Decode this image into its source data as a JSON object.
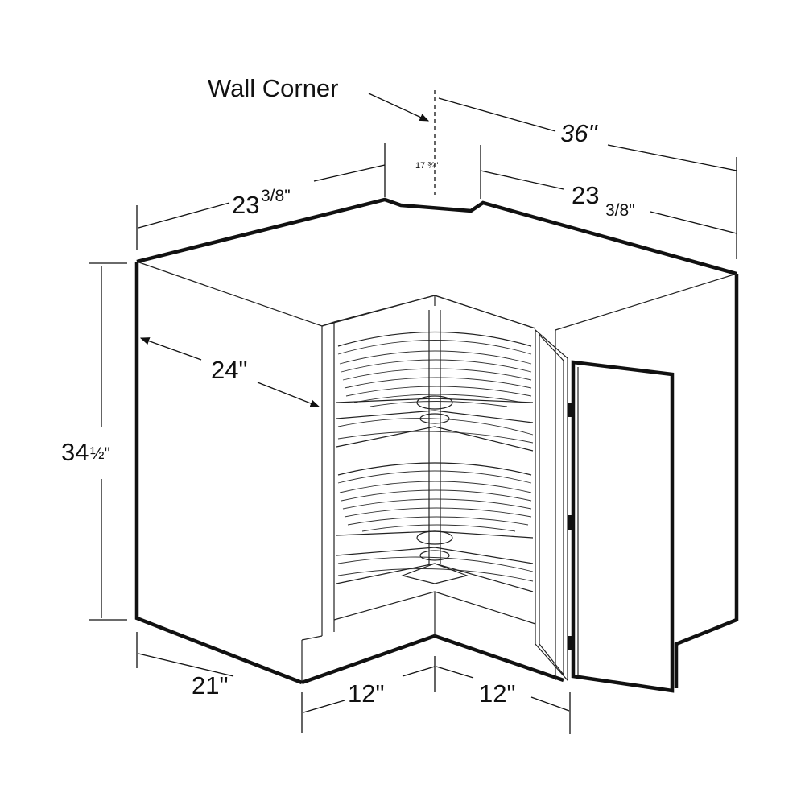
{
  "labels": {
    "wall_corner": "Wall Corner",
    "overall_width": "36\"",
    "setback": "17 ¾\"",
    "side_left_whole": "23",
    "side_left_frac": "3/8\"",
    "side_right_whole": "23",
    "side_right_frac": "3/8\"",
    "depth_side": "24\"",
    "height_whole": "34",
    "height_frac": "½\"",
    "base_side": "21\"",
    "opening_left": "12\"",
    "opening_right": "12\""
  },
  "colors": {
    "line": "#111111",
    "background": "#ffffff"
  }
}
